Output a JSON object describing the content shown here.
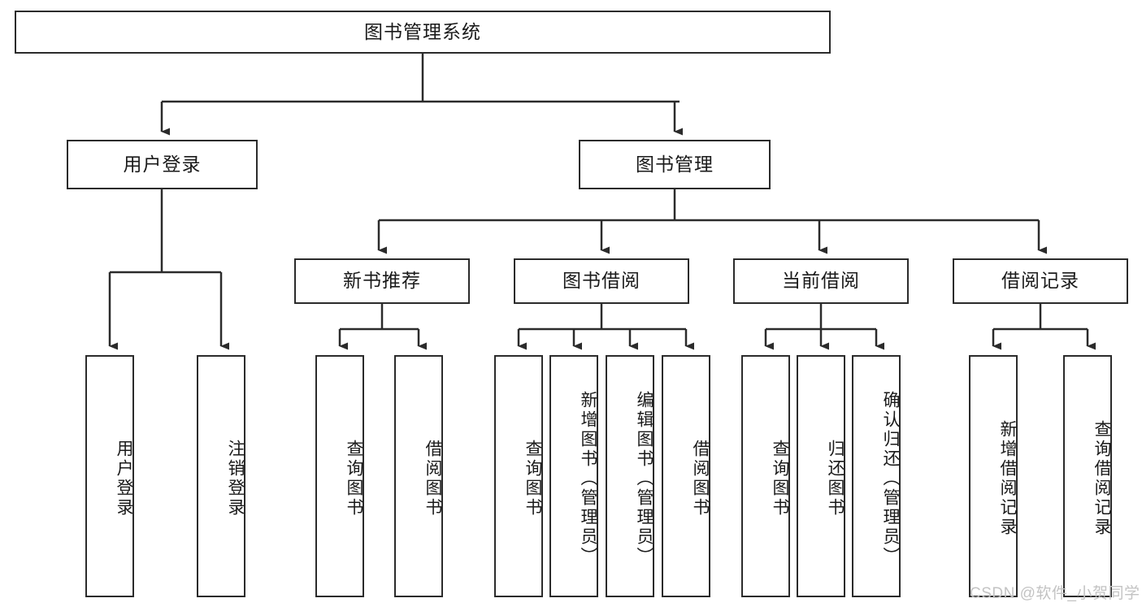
{
  "diagram": {
    "type": "hierarchy-tree",
    "title": "图书管理系统",
    "root": {
      "id": "root",
      "label": "图书管理系统",
      "orientation": "horizontal"
    },
    "level2": [
      {
        "id": "user-login",
        "label": "用户登录",
        "orientation": "horizontal"
      },
      {
        "id": "book-manage",
        "label": "图书管理",
        "orientation": "horizontal"
      }
    ],
    "level3": [
      {
        "id": "new-book-recommend",
        "label": "新书推荐",
        "orientation": "horizontal",
        "parent": "book-manage"
      },
      {
        "id": "book-borrow",
        "label": "图书借阅",
        "orientation": "horizontal",
        "parent": "book-manage"
      },
      {
        "id": "current-borrow",
        "label": "当前借阅",
        "orientation": "horizontal",
        "parent": "book-manage"
      },
      {
        "id": "borrow-record",
        "label": "借阅记录",
        "orientation": "horizontal",
        "parent": "book-manage"
      }
    ],
    "leaves": [
      {
        "id": "leaf-user-login",
        "label": "用户登录",
        "parent": "user-login"
      },
      {
        "id": "leaf-user-logout",
        "label": "注销登录",
        "parent": "user-login"
      },
      {
        "id": "leaf-query-book-1",
        "label": "查询图书",
        "parent": "new-book-recommend"
      },
      {
        "id": "leaf-borrow-book-1",
        "label": "借阅图书",
        "parent": "new-book-recommend"
      },
      {
        "id": "leaf-query-book-2",
        "label": "查询图书",
        "parent": "book-borrow"
      },
      {
        "id": "leaf-add-book",
        "label": "新增图书（管理员）",
        "parent": "book-borrow"
      },
      {
        "id": "leaf-edit-book",
        "label": "编辑图书（管理员）",
        "parent": "book-borrow"
      },
      {
        "id": "leaf-borrow-book-2",
        "label": "借阅图书",
        "parent": "book-borrow"
      },
      {
        "id": "leaf-query-book-3",
        "label": "查询图书",
        "parent": "current-borrow"
      },
      {
        "id": "leaf-return-book",
        "label": "归还图书",
        "parent": "current-borrow"
      },
      {
        "id": "leaf-confirm-return",
        "label": "确认归还（管理员）",
        "parent": "current-borrow"
      },
      {
        "id": "leaf-add-record",
        "label": "新增借阅记录",
        "parent": "borrow-record"
      },
      {
        "id": "leaf-query-record",
        "label": "查询借阅记录",
        "parent": "borrow-record"
      }
    ],
    "colors": {
      "stroke": "#2b2b2b",
      "box_fill": "#ffffff",
      "text": "#1a1a1a",
      "background": "#ffffff",
      "watermark": "#c3c3c3"
    }
  },
  "watermark": {
    "text": "CSDN @软件_小贺同学"
  }
}
